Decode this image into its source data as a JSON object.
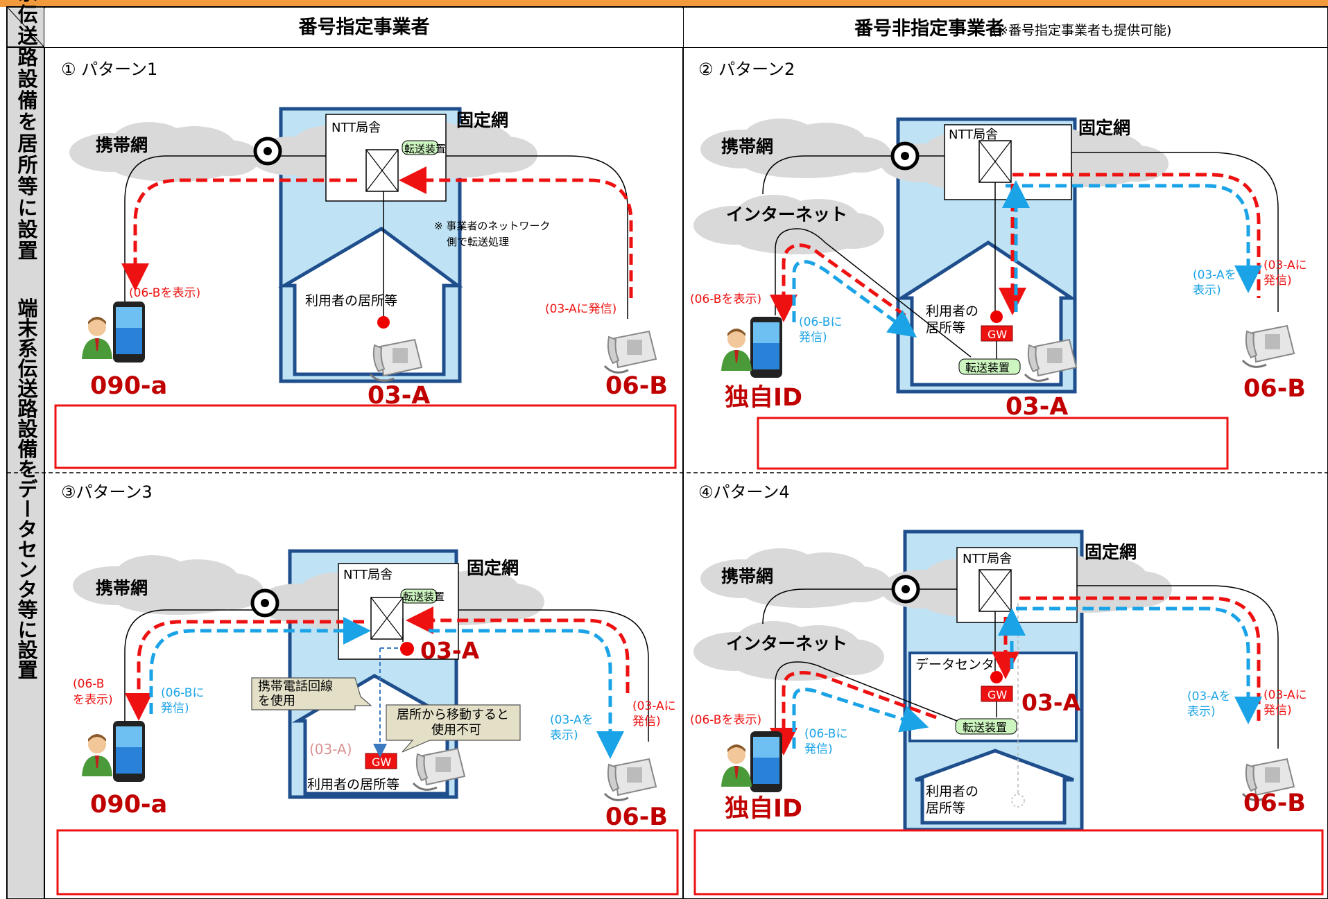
{
  "header": {
    "col1_title": "番号指定事業者",
    "col2_title": "番号非指定事業者",
    "col2_note": "(※番号指定事業者も提供可能)"
  },
  "rows": {
    "row1_label": "端末系伝送路設備を居所等に設置",
    "row2_label": "端末系伝送路設備をデータセンタ等に設置"
  },
  "p1": {
    "title": "① パターン1",
    "cloud": "携帯網",
    "fixed": "固定網",
    "ntt": "NTT局舎",
    "transfer": "転送装置",
    "note1": "※ 事業者のネットワーク",
    "note2": "側で転送処理",
    "house": "利用者の居所等",
    "lbl_show": "(06-Bを表示)",
    "lbl_call": "(03-Aに発信)",
    "num_mobile": "090-a",
    "num_house": "03-A",
    "num_right": "06-B"
  },
  "p2": {
    "title": "② パターン2",
    "cloud": "携帯網",
    "fixed": "固定網",
    "internet": "インターネット",
    "ntt": "NTT局舎",
    "house1": "利用者の",
    "house2": "居所等",
    "gw": "GW",
    "transfer": "転送装置",
    "lbl_show": "(06-Bを表示)",
    "lbl_call1": "(06-Bに",
    "lbl_call2": "発信)",
    "lbl_show_a1": "(03-Aを",
    "lbl_show_a2": "表示)",
    "lbl_call_a1": "(03-Aに",
    "lbl_call_a2": "発信)",
    "num_id": "独自ID",
    "num_house": "03-A",
    "num_right": "06-B"
  },
  "p3": {
    "title": "③パターン3",
    "cloud": "携帯網",
    "fixed": "固定網",
    "ntt": "NTT局舎",
    "transfer": "転送装置",
    "num_03a": "03-A",
    "balloon1_1": "携帯電話回線",
    "balloon1_2": "を使用",
    "balloon2_1": "居所から移動すると",
    "balloon2_2": "使用不可",
    "faded": "(03-A)",
    "gw": "GW",
    "house": "利用者の居所等",
    "lbl_show1": "(06-B",
    "lbl_show2": "を表示)",
    "lbl_call1": "(06-Bに",
    "lbl_call2": "発信)",
    "lbl_show_a1": "(03-Aを",
    "lbl_show_a2": "表示)",
    "lbl_call_a1": "(03-Aに",
    "lbl_call_a2": "発信)",
    "num_mobile": "090-a",
    "num_right": "06-B"
  },
  "p4": {
    "title": "④パターン4",
    "cloud": "携帯網",
    "fixed": "固定網",
    "internet": "インターネット",
    "ntt": "NTT局舎",
    "dc": "データセンタ",
    "gw": "GW",
    "transfer": "転送装置",
    "num_03a": "03-A",
    "house1": "利用者の",
    "house2": "居所等",
    "lbl_show": "(06-Bを表示)",
    "lbl_call1": "(06-Bに",
    "lbl_call2": "発信)",
    "lbl_show_a1": "(03-Aを",
    "lbl_show_a2": "表示)",
    "lbl_call_a1": "(03-Aに",
    "lbl_call_a2": "発信)",
    "num_id": "独自ID",
    "num_right": "06-B"
  },
  "colors": {
    "orange": "#f39a3c",
    "red": "#ee1111",
    "darkred": "#c00000",
    "blue": "#1aa3e6",
    "lightblue": "#bfe3f5",
    "boxblue": "#1f4e8c",
    "green": "#cdf5c0",
    "gray": "#d9d9d9",
    "tan": "#e4e0c8"
  }
}
